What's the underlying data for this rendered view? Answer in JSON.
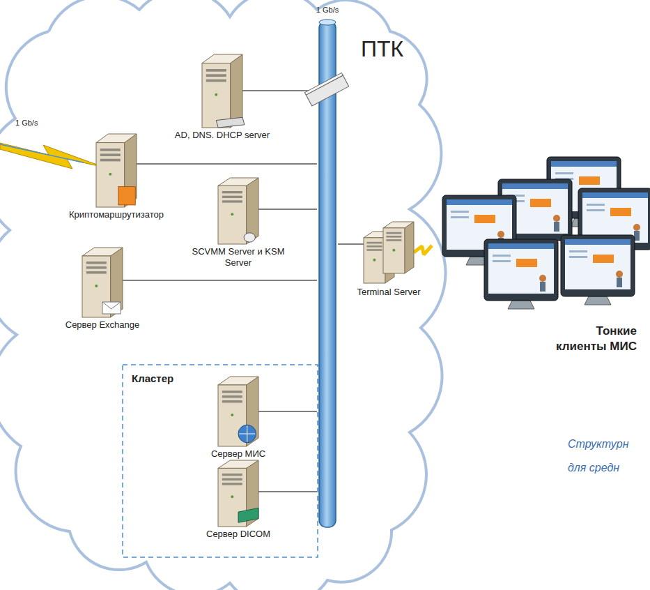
{
  "diagram": {
    "nodes": [
      {
        "text": [
          "ПТК"
        ]
      },
      {
        "text": [
          "1 Gb/s"
        ],
        "in": 0
      },
      {
        "text": [
          "AD, DNS. DHCP server"
        ],
        "in": 0
      },
      {
        "text": [
          "Криптомаршрутизатор"
        ],
        "in": 0
      },
      {
        "text": [
          "SCVMM Server и KSM Server"
        ],
        "in": 0
      },
      {
        "text": [
          "Terminal Server"
        ],
        "in": 0
      },
      {
        "text": [
          "Сервер Exchange"
        ],
        "in": 0
      },
      {
        "text": [
          "Кластер"
        ],
        "in": 0
      },
      {
        "text": [
          "Сервер МИС"
        ],
        "in": 7
      },
      {
        "text": [
          "Сервер DICOM"
        ],
        "in": 7
      },
      {
        "text": [
          "Тонкие клиенты МИС"
        ]
      }
    ],
    "edges": [
      {
        "from": 2,
        "to": 1,
        "arrow": "none"
      },
      {
        "from": 3,
        "to": 1,
        "arrow": "none"
      },
      {
        "from": 4,
        "to": 1,
        "arrow": "none"
      },
      {
        "from": 5,
        "to": 1,
        "arrow": "none"
      },
      {
        "from": 6,
        "to": 1,
        "arrow": "none"
      },
      {
        "from": 8,
        "to": 1,
        "arrow": "none"
      },
      {
        "from": 9,
        "to": 1,
        "arrow": "none"
      },
      {
        "from": 5,
        "to": 10,
        "arrow": "none"
      }
    ],
    "labels": [
      "1 Gb/s",
      "Структурн",
      "для средн"
    ]
  }
}
